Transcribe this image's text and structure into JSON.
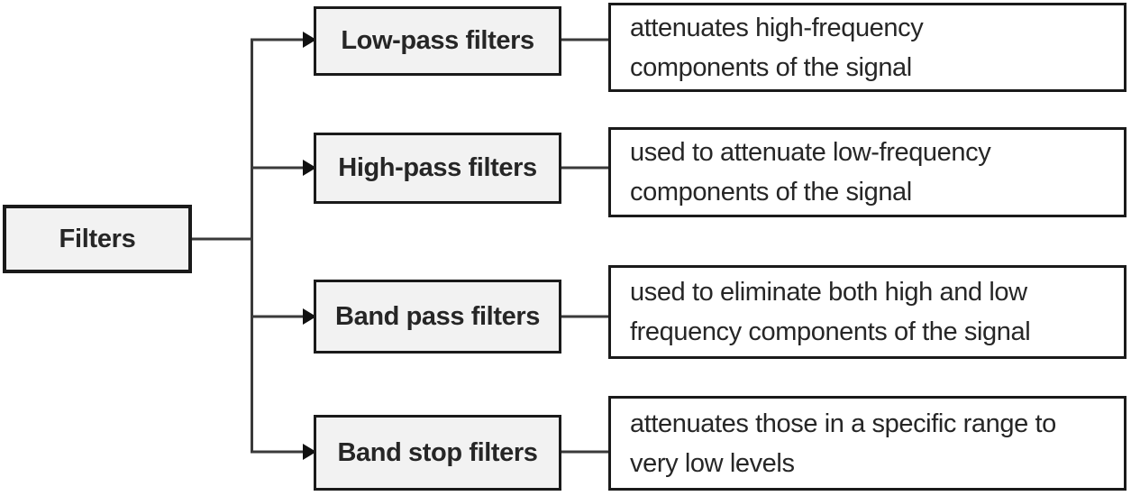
{
  "diagram": {
    "root_label": "Filters",
    "rows": [
      {
        "type_label": "Low-pass filters",
        "description_lines": [
          "attenuates high-frequency",
          "components of the signal"
        ]
      },
      {
        "type_label": "High-pass filters",
        "description_lines": [
          "used to attenuate low-frequency",
          "components of the signal"
        ]
      },
      {
        "type_label": "Band pass filters",
        "description_lines": [
          "used to eliminate both high and low",
          "frequency components of the signal"
        ]
      },
      {
        "type_label": "Band stop filters",
        "description_lines": [
          "attenuates those in a specific range to",
          "very low levels"
        ]
      }
    ],
    "colors": {
      "node_fill": "#f2f2f2",
      "node_border": "#1a1a1a",
      "description_fill": "#ffffff",
      "connector": "#3a3a3a",
      "arrow": "#111111",
      "text": "#262626"
    }
  }
}
